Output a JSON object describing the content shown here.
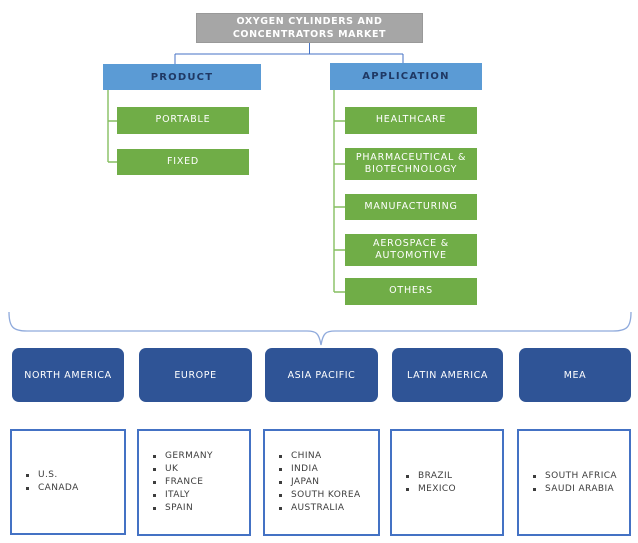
{
  "colors": {
    "gray": "#A6A6A6",
    "light-blue": "#5B9BD5",
    "navy": "#1F3864",
    "green": "#70AD47",
    "green-line": "#86BE61",
    "dark-blue": "#2F5496",
    "mid-blue": "#4472C4",
    "brace-blue": "#8FAADC",
    "text-dark": "#3D3D3D"
  },
  "root": {
    "label": "OXYGEN CYLINDERS AND CONCENTRATORS MARKET"
  },
  "branches": [
    {
      "label": "PRODUCT",
      "children": [
        "PORTABLE",
        "FIXED"
      ]
    },
    {
      "label": "APPLICATION",
      "children": [
        "HEALTHCARE",
        "PHARMACEUTICAL & BIOTECHNOLOGY",
        "MANUFACTURING",
        "AEROSPACE & AUTOMOTIVE",
        "OTHERS"
      ]
    }
  ],
  "regions": [
    {
      "label": "NORTH AMERICA",
      "countries": [
        "U.S.",
        "CANADA"
      ]
    },
    {
      "label": "EUROPE",
      "countries": [
        "GERMANY",
        "UK",
        "FRANCE",
        "ITALY",
        "SPAIN"
      ]
    },
    {
      "label": "ASIA PACIFIC",
      "countries": [
        "CHINA",
        "INDIA",
        "JAPAN",
        "SOUTH KOREA",
        "AUSTRALIA"
      ]
    },
    {
      "label": "LATIN AMERICA",
      "countries": [
        "BRAZIL",
        "MEXICO"
      ]
    },
    {
      "label": "MEA",
      "countries": [
        "SOUTH AFRICA",
        "SAUDI ARABIA"
      ]
    }
  ]
}
